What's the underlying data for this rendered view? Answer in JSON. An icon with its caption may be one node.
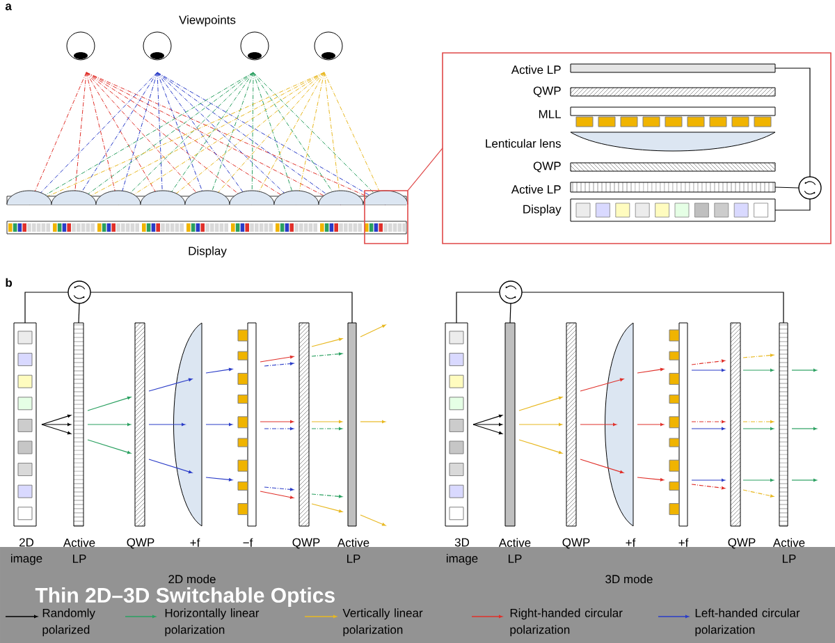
{
  "diagram": {
    "title": "Thin 2D–3D Switchable Optics",
    "nodes": [
      {
        "text": [],
        "shape": "box"
      },
      {
        "text": [],
        "shape": "box"
      },
      {
        "text": [],
        "shape": "bar",
        "in": 1
      },
      {
        "text": [],
        "shape": "bar",
        "in": 1
      },
      {
        "text": [],
        "shape": "box",
        "in": 1
      },
      {
        "text": [],
        "shape": "circle",
        "in": 1
      },
      {
        "text": [],
        "shape": "box"
      },
      {
        "text": [],
        "shape": "bar"
      },
      {
        "text": [],
        "shape": "bar"
      },
      {
        "text": [],
        "shape": "circle"
      },
      {
        "text": [],
        "shape": "box"
      },
      {
        "text": [],
        "shape": "bar"
      },
      {
        "text": [],
        "shape": "bar"
      },
      {
        "text": [],
        "shape": "circle"
      }
    ],
    "edges": [
      {
        "from": 0,
        "to": 1,
        "arrow": "none",
        "color": "#e04848"
      },
      {
        "from": 2,
        "to": 5,
        "arrow": "none"
      },
      {
        "from": 5,
        "to": 3,
        "arrow": "none"
      },
      {
        "from": 5,
        "to": 4,
        "arrow": "none"
      },
      {
        "from": 6,
        "to": 9,
        "arrow": "none"
      },
      {
        "from": 9,
        "to": 7,
        "arrow": "none"
      },
      {
        "from": 9,
        "to": 8,
        "arrow": "none"
      },
      {
        "from": 10,
        "to": 13,
        "arrow": "none"
      },
      {
        "from": 13,
        "to": 11,
        "arrow": "none"
      },
      {
        "from": 13,
        "to": 12,
        "arrow": "none"
      }
    ],
    "labels": [
      "a",
      "Viewpoints",
      "Display",
      "Active LP",
      "QWP",
      "MLL",
      "Lenticular lens",
      "QWP",
      "Active LP",
      "Display",
      "b",
      "2D image",
      "Active LP",
      "QWP",
      "+f",
      "−f",
      "QWP",
      "Active LP",
      "2D mode",
      "3D image",
      "Active LP",
      "QWP",
      "+f",
      "+f",
      "QWP",
      "Active LP",
      "3D mode"
    ],
    "legend": [
      {
        "text": "Randomly polarized"
      },
      {
        "text": "Horizontally linear polarization"
      },
      {
        "text": "Vertically linear polarization"
      },
      {
        "text": "Right-handed circular polarization"
      },
      {
        "text": "Left-handed circular polarization"
      }
    ]
  }
}
